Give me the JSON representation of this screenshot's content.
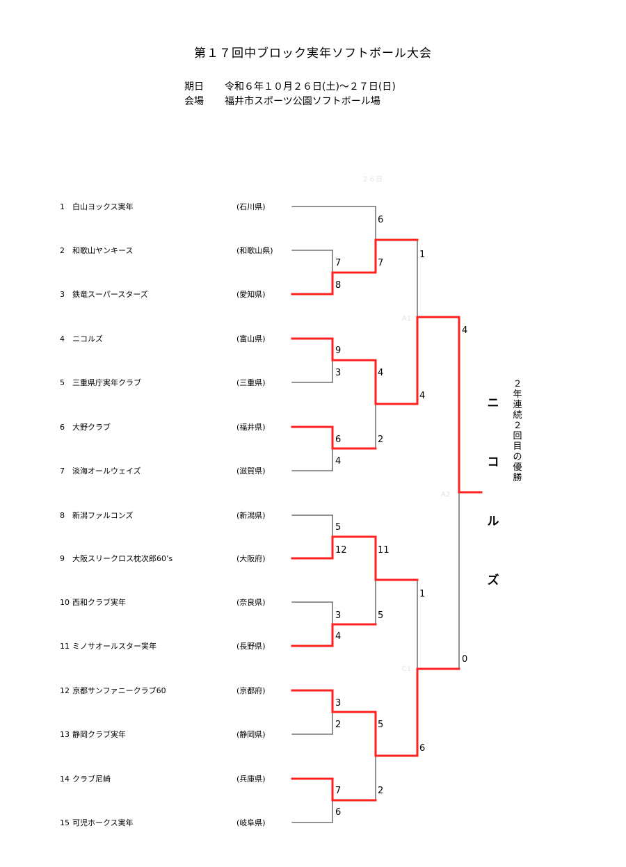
{
  "header": {
    "title": "第１７回中ブロック実年ソフトボール大会",
    "date_label": "期日",
    "date_value": "令和６年１０月２６日(土)～２７日(日)",
    "venue_label": "会場",
    "venue_value": "福井市スポーツ公園ソフトボール場"
  },
  "faint_labels": {
    "day": "２６日",
    "a": "A1",
    "b": "A2",
    "c": "C1"
  },
  "teams": [
    {
      "num": "1",
      "name": "白山ヨックス実年",
      "pref": "(石川県)"
    },
    {
      "num": "2",
      "name": "和歌山ヤンキース",
      "pref": "(和歌山県)"
    },
    {
      "num": "3",
      "name": "鉄竜スーパースターズ",
      "pref": "(愛知県)"
    },
    {
      "num": "4",
      "name": "ニコルズ",
      "pref": "(富山県)"
    },
    {
      "num": "5",
      "name": "三重県庁実年クラブ",
      "pref": "(三重県)"
    },
    {
      "num": "6",
      "name": "大野クラブ",
      "pref": "(福井県)"
    },
    {
      "num": "7",
      "name": "淡海オールウェイズ",
      "pref": "(滋賀県)"
    },
    {
      "num": "8",
      "name": "新潟ファルコンズ",
      "pref": "(新潟県)"
    },
    {
      "num": "9",
      "name": "大阪スリークロス枕次郎60’s",
      "pref": "(大阪府)"
    },
    {
      "num": "10",
      "name": "西和クラブ実年",
      "pref": "(奈良県)"
    },
    {
      "num": "11",
      "name": "ミノサオールスター実年",
      "pref": "(長野県)"
    },
    {
      "num": "12",
      "name": "京都サンファニークラブ60",
      "pref": "(京都府)"
    },
    {
      "num": "13",
      "name": "静岡クラブ実年",
      "pref": "(静岡県)"
    },
    {
      "num": "14",
      "name": "クラブ尼崎",
      "pref": "(兵庫県)"
    },
    {
      "num": "15",
      "name": "可児ホークス実年",
      "pref": "(岐阜県)"
    }
  ],
  "scores": [
    "6",
    "7",
    "8",
    "7",
    "1",
    "9",
    "3",
    "4",
    "6",
    "4",
    "2",
    "4",
    "4",
    "5",
    "12",
    "11",
    "1",
    "3",
    "4",
    "5",
    "3",
    "2",
    "5",
    "7",
    "6",
    "2",
    "6",
    "0"
  ],
  "champion": [
    "ニ",
    "コ",
    "ル",
    "ズ"
  ],
  "champion_note": [
    "２",
    "年",
    "連",
    "続",
    "２",
    "回",
    "目",
    "の",
    "優",
    "勝"
  ],
  "colors": {
    "win_line": "#ff2020",
    "lose_line": "#555555"
  }
}
